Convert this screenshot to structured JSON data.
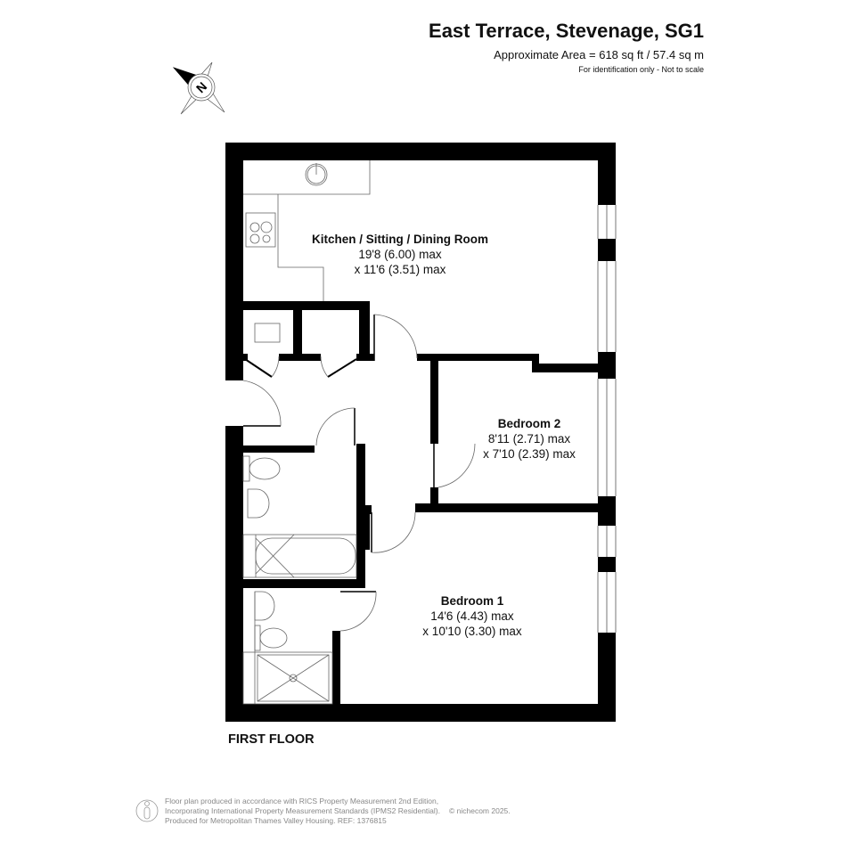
{
  "header": {
    "title": "East Terrace, Stevenage, SG1",
    "area": "Approximate Area = 618 sq ft / 57.4 sq m",
    "disclaimer": "For identification only - Not to scale"
  },
  "compass": {
    "letter": "N"
  },
  "rooms": [
    {
      "name": "Kitchen / Sitting / Dining Room",
      "dim1": "19'8 (6.00) max",
      "dim2": "x 11'6 (3.51) max"
    },
    {
      "name": "Bedroom 2",
      "dim1": "8'11 (2.71) max",
      "dim2": "x 7'10 (2.39) max"
    },
    {
      "name": "Bedroom 1",
      "dim1": "14'6 (4.43) max",
      "dim2": "x 10'10 (3.30) max"
    }
  ],
  "floor_label": "FIRST FLOOR",
  "footer": {
    "line1": "Floor plan produced in accordance with RICS Property Measurement 2nd Edition,",
    "line2": "Incorporating International Property Measurement Standards (IPMS2 Residential).",
    "copyright": "© nichecom 2025.",
    "line3": "Produced for Metropolitan Thames Valley Housing.   REF: 1376815"
  }
}
